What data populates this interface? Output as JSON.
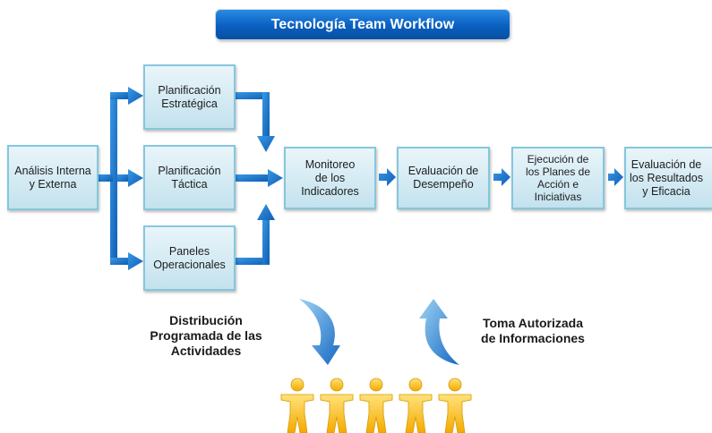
{
  "title": "Tecnología Team Workflow",
  "boxes": {
    "analisis": [
      "Análisis Interna",
      "y Externa"
    ],
    "estrategica": [
      "Planificación",
      "Estratégica"
    ],
    "tactica": [
      "Planificación",
      "Táctica"
    ],
    "paneles": [
      "Paneles",
      "Operacionales"
    ],
    "monitoreo": [
      "Monitoreo",
      "de los",
      "Indicadores"
    ],
    "evaluacion": [
      "Evaluación de",
      "Desempeño"
    ],
    "ejecucion": [
      "Ejecución de",
      "los Planes de",
      "Acción e",
      "Iniciativas"
    ],
    "resultados": [
      "Evaluación de",
      "los Resultados",
      "y Eficacia"
    ]
  },
  "captions": {
    "left": [
      "Distribución",
      "Programada de las",
      "Actividades"
    ],
    "right": [
      "Toma Autorizada",
      "de Informaciones"
    ]
  },
  "colors": {
    "arrow": "#1b75c9",
    "box_border": "#84c7dd",
    "people": "#f6b800"
  }
}
